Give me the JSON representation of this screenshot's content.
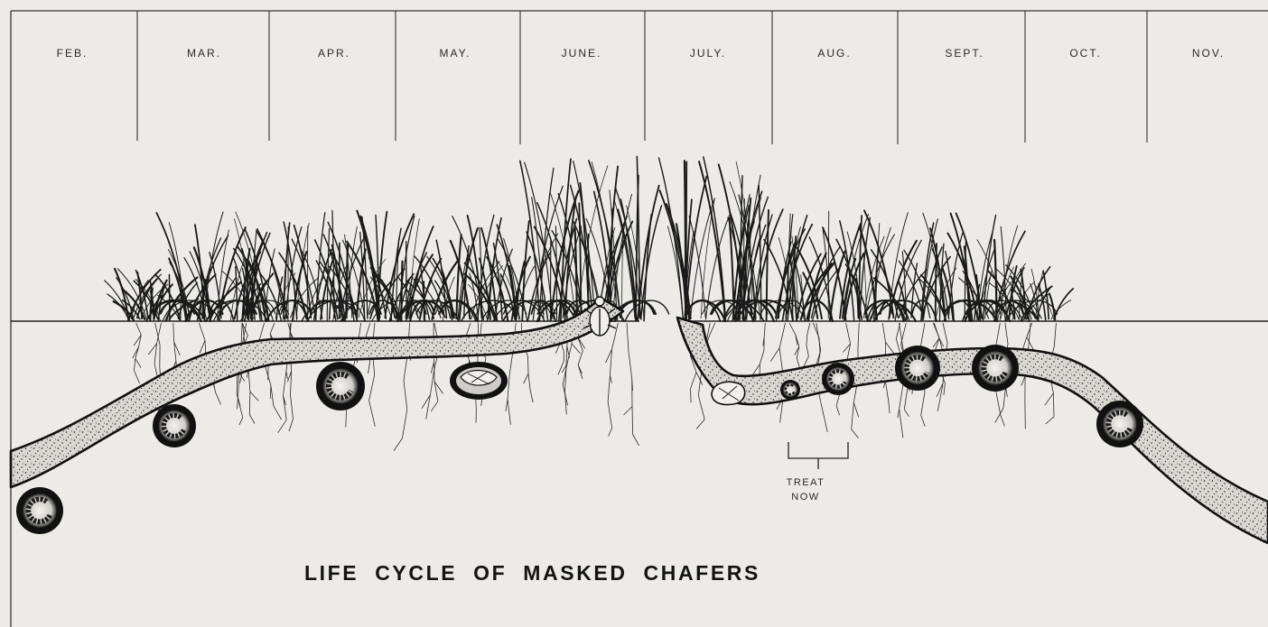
{
  "months": [
    "FEB.",
    "MAR.",
    "APR.",
    "MAY.",
    "JUNE.",
    "JULY.",
    "AUG.",
    "SEPT.",
    "OCT.",
    "NOV."
  ],
  "treat": {
    "line1": "TREAT",
    "line2": "NOW"
  },
  "title": "LIFE  CYCLE  OF  MASKED  CHAFERS",
  "colors": {
    "background": "#ecebe7",
    "ink": "#111111",
    "soil_tunnel": "#d8d6d0"
  }
}
